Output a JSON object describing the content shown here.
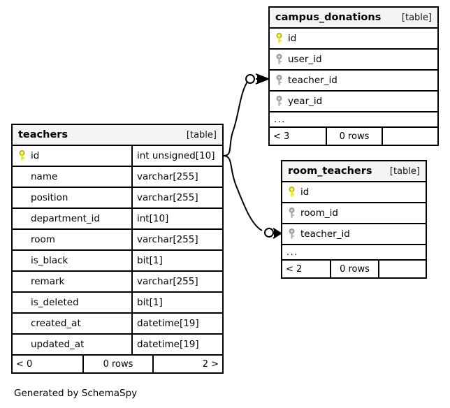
{
  "diagram": {
    "caption": "Generated by SchemaSpy",
    "kind_label": "[table]",
    "ellipsis": "...",
    "key_icon_primary": "primary-key-icon",
    "key_icon_foreign": "foreign-key-icon",
    "colors": {
      "primary_key": "#e8e817",
      "foreign_key": "#b0b0b0",
      "border": "#000000",
      "header_bg": "#f4f4f4",
      "background": "#ffffff"
    }
  },
  "tables": [
    {
      "id": "teachers",
      "name": "teachers",
      "kind": "[table]",
      "show_types": true,
      "show_ellipsis": false,
      "columns": [
        {
          "name": "id",
          "type": "int unsigned[10]",
          "key": "primary"
        },
        {
          "name": "name",
          "type": "varchar[255]",
          "key": "none"
        },
        {
          "name": "position",
          "type": "varchar[255]",
          "key": "none"
        },
        {
          "name": "department_id",
          "type": "int[10]",
          "key": "none"
        },
        {
          "name": "room",
          "type": "varchar[255]",
          "key": "none"
        },
        {
          "name": "is_black",
          "type": "bit[1]",
          "key": "none"
        },
        {
          "name": "remark",
          "type": "varchar[255]",
          "key": "none"
        },
        {
          "name": "is_deleted",
          "type": "bit[1]",
          "key": "none"
        },
        {
          "name": "created_at",
          "type": "datetime[19]",
          "key": "none"
        },
        {
          "name": "updated_at",
          "type": "datetime[19]",
          "key": "none"
        }
      ],
      "footer": {
        "left": "< 0",
        "center": "0 rows",
        "right": "2 >"
      }
    },
    {
      "id": "campus_donations",
      "name": "campus_donations",
      "kind": "[table]",
      "show_types": false,
      "show_ellipsis": true,
      "columns": [
        {
          "name": "id",
          "type": "",
          "key": "primary"
        },
        {
          "name": "user_id",
          "type": "",
          "key": "foreign"
        },
        {
          "name": "teacher_id",
          "type": "",
          "key": "foreign"
        },
        {
          "name": "year_id",
          "type": "",
          "key": "foreign"
        }
      ],
      "footer": {
        "left": "< 3",
        "center": "0 rows",
        "right": ""
      }
    },
    {
      "id": "room_teachers",
      "name": "room_teachers",
      "kind": "[table]",
      "show_types": false,
      "show_ellipsis": true,
      "columns": [
        {
          "name": "id",
          "type": "",
          "key": "primary"
        },
        {
          "name": "room_id",
          "type": "",
          "key": "foreign"
        },
        {
          "name": "teacher_id",
          "type": "",
          "key": "foreign"
        }
      ],
      "footer": {
        "left": "< 2",
        "center": "0 rows",
        "right": ""
      }
    }
  ],
  "relationships": [
    {
      "from": "teachers.id",
      "to": "campus_donations.teacher_id",
      "from_cardinality": "one",
      "to_cardinality": "zero-or-many"
    },
    {
      "from": "teachers.id",
      "to": "room_teachers.teacher_id",
      "from_cardinality": "one",
      "to_cardinality": "zero-or-many"
    }
  ]
}
